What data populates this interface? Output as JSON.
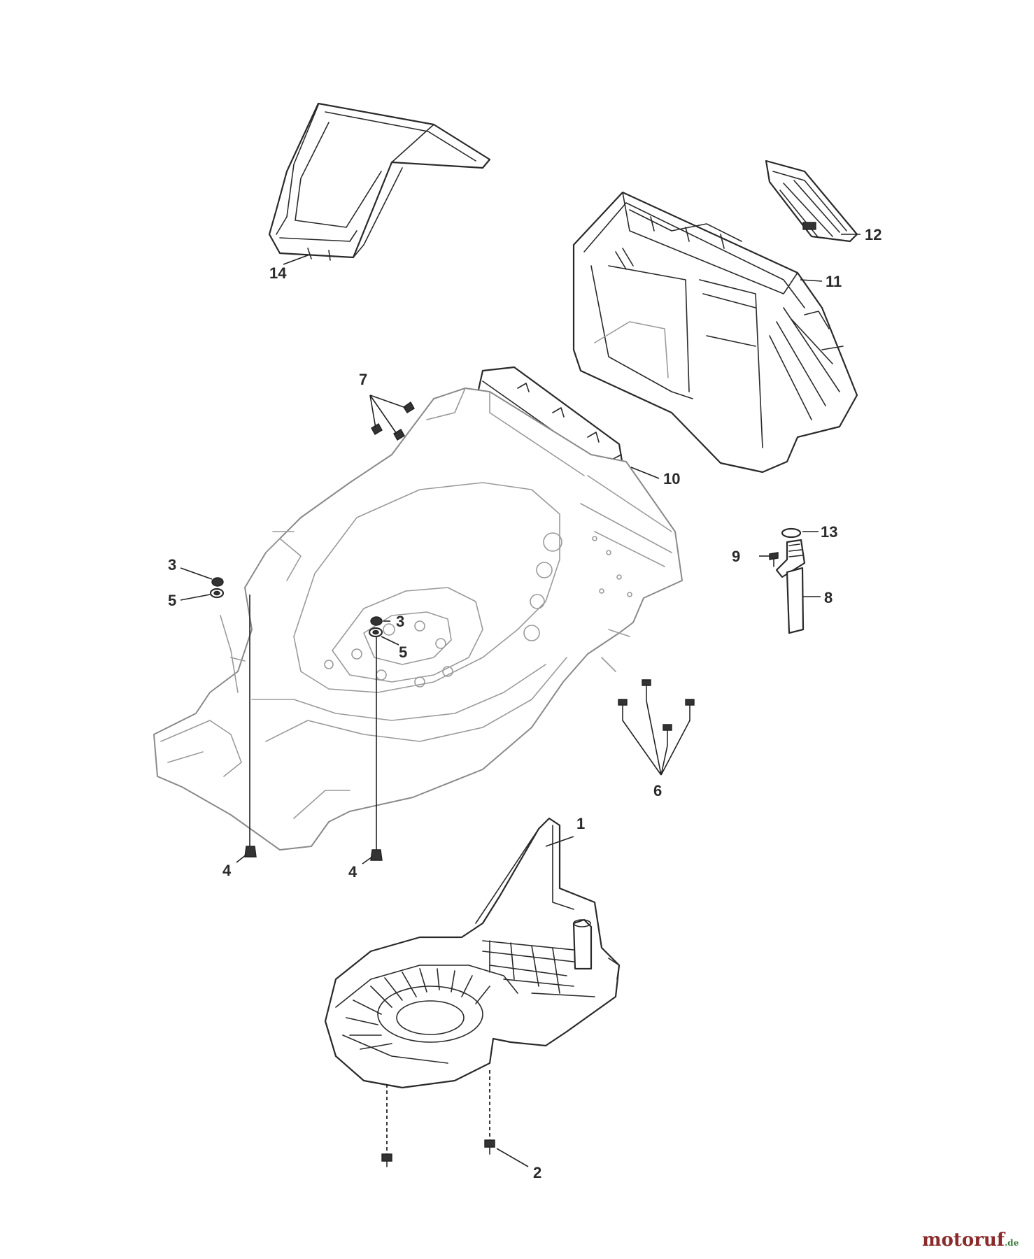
{
  "callouts": {
    "c1": "1",
    "c2": "2",
    "c3a": "3",
    "c3b": "3",
    "c4a": "4",
    "c4b": "4",
    "c5a": "5",
    "c5b": "5",
    "c6": "6",
    "c7": "7",
    "c8": "8",
    "c9": "9",
    "c10": "10",
    "c11": "11",
    "c12": "12",
    "c13": "13",
    "c14": "14"
  },
  "watermark": {
    "brand_main": "motoruf",
    "brand_suffix": ".de",
    "color_main": "#8a2a2a",
    "color_accent": "#3a7a3a"
  }
}
